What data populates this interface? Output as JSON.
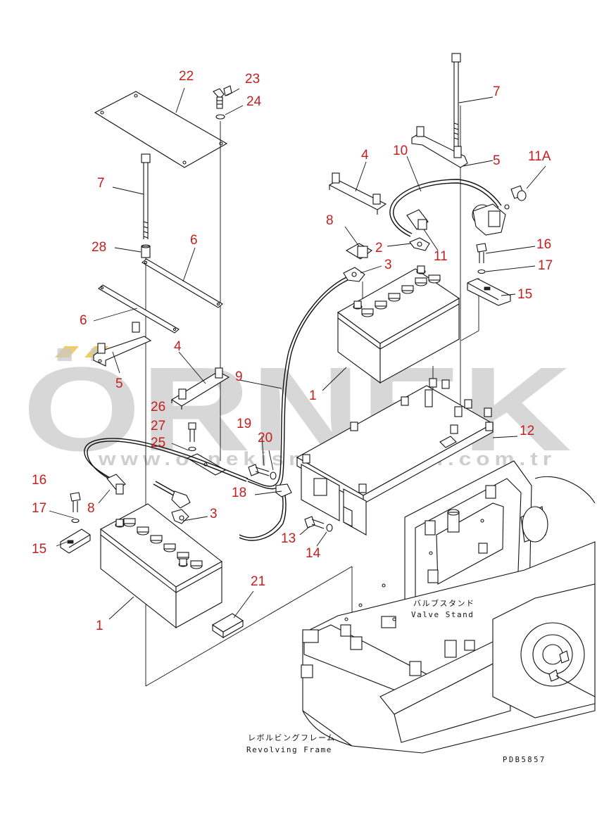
{
  "watermark": {
    "brand": "ÖRNEK",
    "url": "www.ornekismakinalari.com.tr",
    "accent_color": "#f0c24a",
    "text_color": "#c9c9c9"
  },
  "part_label_color": "#c41e1e",
  "part_labels": [
    {
      "id": "22",
      "text": "22"
    },
    {
      "id": "23",
      "text": "23"
    },
    {
      "id": "24",
      "text": "24"
    },
    {
      "id": "7a",
      "text": "7"
    },
    {
      "id": "28",
      "text": "28"
    },
    {
      "id": "6a",
      "text": "6"
    },
    {
      "id": "6b",
      "text": "6"
    },
    {
      "id": "4a",
      "text": "4"
    },
    {
      "id": "5a",
      "text": "5"
    },
    {
      "id": "26",
      "text": "26"
    },
    {
      "id": "27",
      "text": "27"
    },
    {
      "id": "25",
      "text": "25"
    },
    {
      "id": "16a",
      "text": "16"
    },
    {
      "id": "17a",
      "text": "17"
    },
    {
      "id": "8a",
      "text": "8"
    },
    {
      "id": "15a",
      "text": "15"
    },
    {
      "id": "3a",
      "text": "3"
    },
    {
      "id": "1a",
      "text": "1"
    },
    {
      "id": "21",
      "text": "21"
    },
    {
      "id": "9",
      "text": "9"
    },
    {
      "id": "19",
      "text": "19"
    },
    {
      "id": "20",
      "text": "20"
    },
    {
      "id": "18",
      "text": "18"
    },
    {
      "id": "13",
      "text": "13"
    },
    {
      "id": "14",
      "text": "14"
    },
    {
      "id": "7b",
      "text": "7"
    },
    {
      "id": "10",
      "text": "10"
    },
    {
      "id": "4b",
      "text": "4"
    },
    {
      "id": "5b",
      "text": "5"
    },
    {
      "id": "11A",
      "text": "11A"
    },
    {
      "id": "8b",
      "text": "8"
    },
    {
      "id": "2",
      "text": "2"
    },
    {
      "id": "11",
      "text": "11"
    },
    {
      "id": "3b",
      "text": "3"
    },
    {
      "id": "16b",
      "text": "16"
    },
    {
      "id": "17b",
      "text": "17"
    },
    {
      "id": "15b",
      "text": "15"
    },
    {
      "id": "1b",
      "text": "1"
    },
    {
      "id": "12",
      "text": "12"
    }
  ],
  "captions": {
    "valve_stand_jp": "バルブスタンド",
    "valve_stand_en": "Valve Stand",
    "revolving_frame_jp": "レボルビングフレーム",
    "revolving_frame_en": "Revolving Frame",
    "drawing_code": "PDB5857"
  }
}
